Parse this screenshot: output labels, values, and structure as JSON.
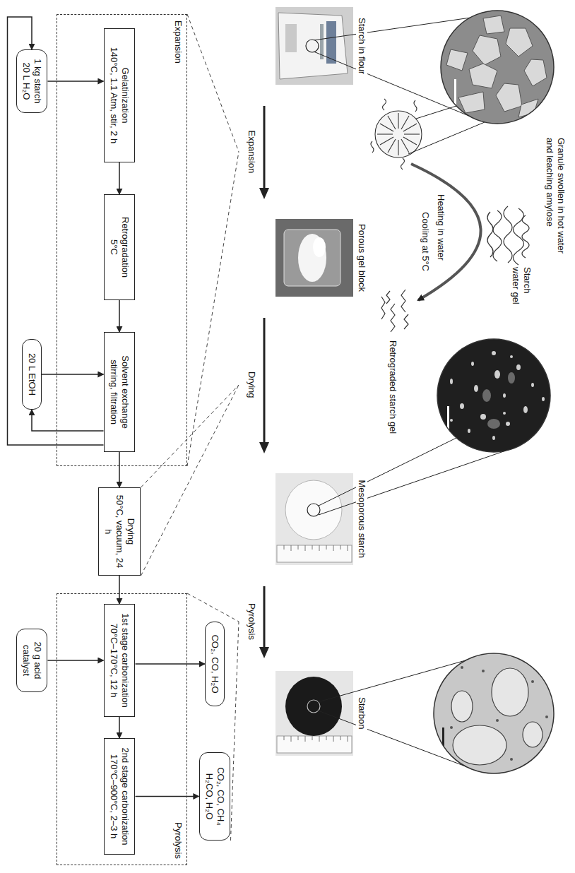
{
  "diagram": {
    "nodes": [
      {
        "text": [
          "1 kg starch 20 L H₂O"
        ]
      },
      {
        "text": [
          "Expansion"
        ]
      },
      {
        "text": [
          "Gelatinization",
          "140°C, 1.1 Atm, stir, 2 h"
        ],
        "in": 1
      },
      {
        "text": [
          "Retrogradation",
          "5°C"
        ],
        "in": 1
      },
      {
        "text": [
          "Solvent exchange",
          "stirring, filtration"
        ],
        "in": 1
      },
      {
        "text": [
          "20 L EtOH"
        ]
      },
      {
        "text": [
          "Drying",
          "50°C, vacuum, 24 h"
        ]
      },
      {
        "text": [
          "20 g acid catalyst"
        ]
      },
      {
        "text": [
          "Pyrolysis"
        ]
      },
      {
        "text": [
          "1st stage carbonization",
          "70°C–170°C, 12 h"
        ],
        "in": 8
      },
      {
        "text": [
          "2nd stage carbonization",
          "170°C–900°C, 2–3 h"
        ],
        "in": 8
      },
      {
        "text": [
          "CO₂, CO, H₂O"
        ]
      },
      {
        "text": [
          "CO₂, CO, CH₄ H₂CO, H₂O"
        ]
      }
    ],
    "edges": [
      {
        "from": 0,
        "to": 2,
        "arrow": "to"
      },
      {
        "from": 2,
        "to": 3,
        "arrow": "to"
      },
      {
        "from": 3,
        "to": 4,
        "arrow": "to"
      },
      {
        "from": 5,
        "to": 4,
        "arrow": "to"
      },
      {
        "from": 4,
        "to": 5,
        "arrow": "to"
      },
      {
        "from": 4,
        "to": 0,
        "arrow": "to"
      },
      {
        "from": 4,
        "to": 6,
        "arrow": "to"
      },
      {
        "from": 6,
        "to": 9,
        "arrow": "to"
      },
      {
        "from": 7,
        "to": 9,
        "arrow": "to"
      },
      {
        "from": 9,
        "to": 10,
        "arrow": "to"
      },
      {
        "from": 9,
        "to": 11,
        "arrow": "to"
      },
      {
        "from": 10,
        "to": 12,
        "arrow": "to"
      }
    ],
    "labels": [
      "Expansion",
      "Drying",
      "Pyrolysis",
      "Starch in flour",
      "Porous gel block",
      "Mesoporous starch",
      "Starbon",
      "Granule swollen in hot water and leaching amylose",
      "Starch water gel",
      "Heating in water",
      "Cooling at 5°C",
      "Retrograded starch gel"
    ]
  }
}
